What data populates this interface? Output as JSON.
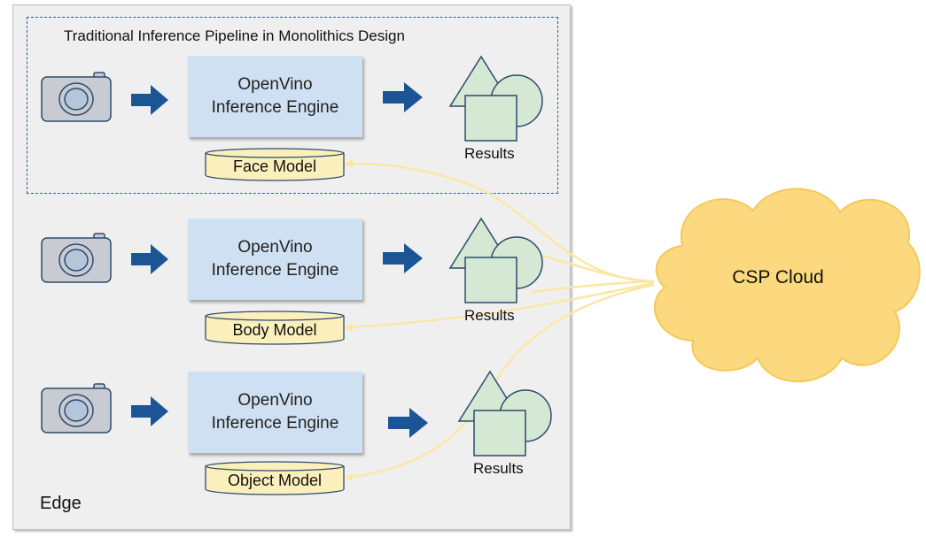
{
  "diagram": {
    "pipeline_title": "Traditional Inference Pipeline in Monolithics Design",
    "edge_label": "Edge",
    "cloud_label": "CSP Cloud",
    "rows": [
      {
        "engine_line1": "OpenVino",
        "engine_line2": "Inference Engine",
        "model": "Face Model",
        "results": "Results"
      },
      {
        "engine_line1": "OpenVino",
        "engine_line2": "Inference Engine",
        "model": "Body Model",
        "results": "Results"
      },
      {
        "engine_line1": "OpenVino",
        "engine_line2": "Inference Engine",
        "model": "Object Model",
        "results": "Results"
      }
    ],
    "colors": {
      "engine_fill": "#cfe0f2",
      "arrow": "#1c5596",
      "model_fill": "#fbf0bc",
      "cloud_fill": "#fcd97e",
      "connector": "#fae7a5",
      "results_fill": "#d5e8d4",
      "camera_fill": "#c8ccd2"
    },
    "icons": [
      "camera-icon",
      "right-arrow-icon",
      "database-cylinder-icon",
      "results-shapes-icon",
      "cloud-icon"
    ]
  }
}
